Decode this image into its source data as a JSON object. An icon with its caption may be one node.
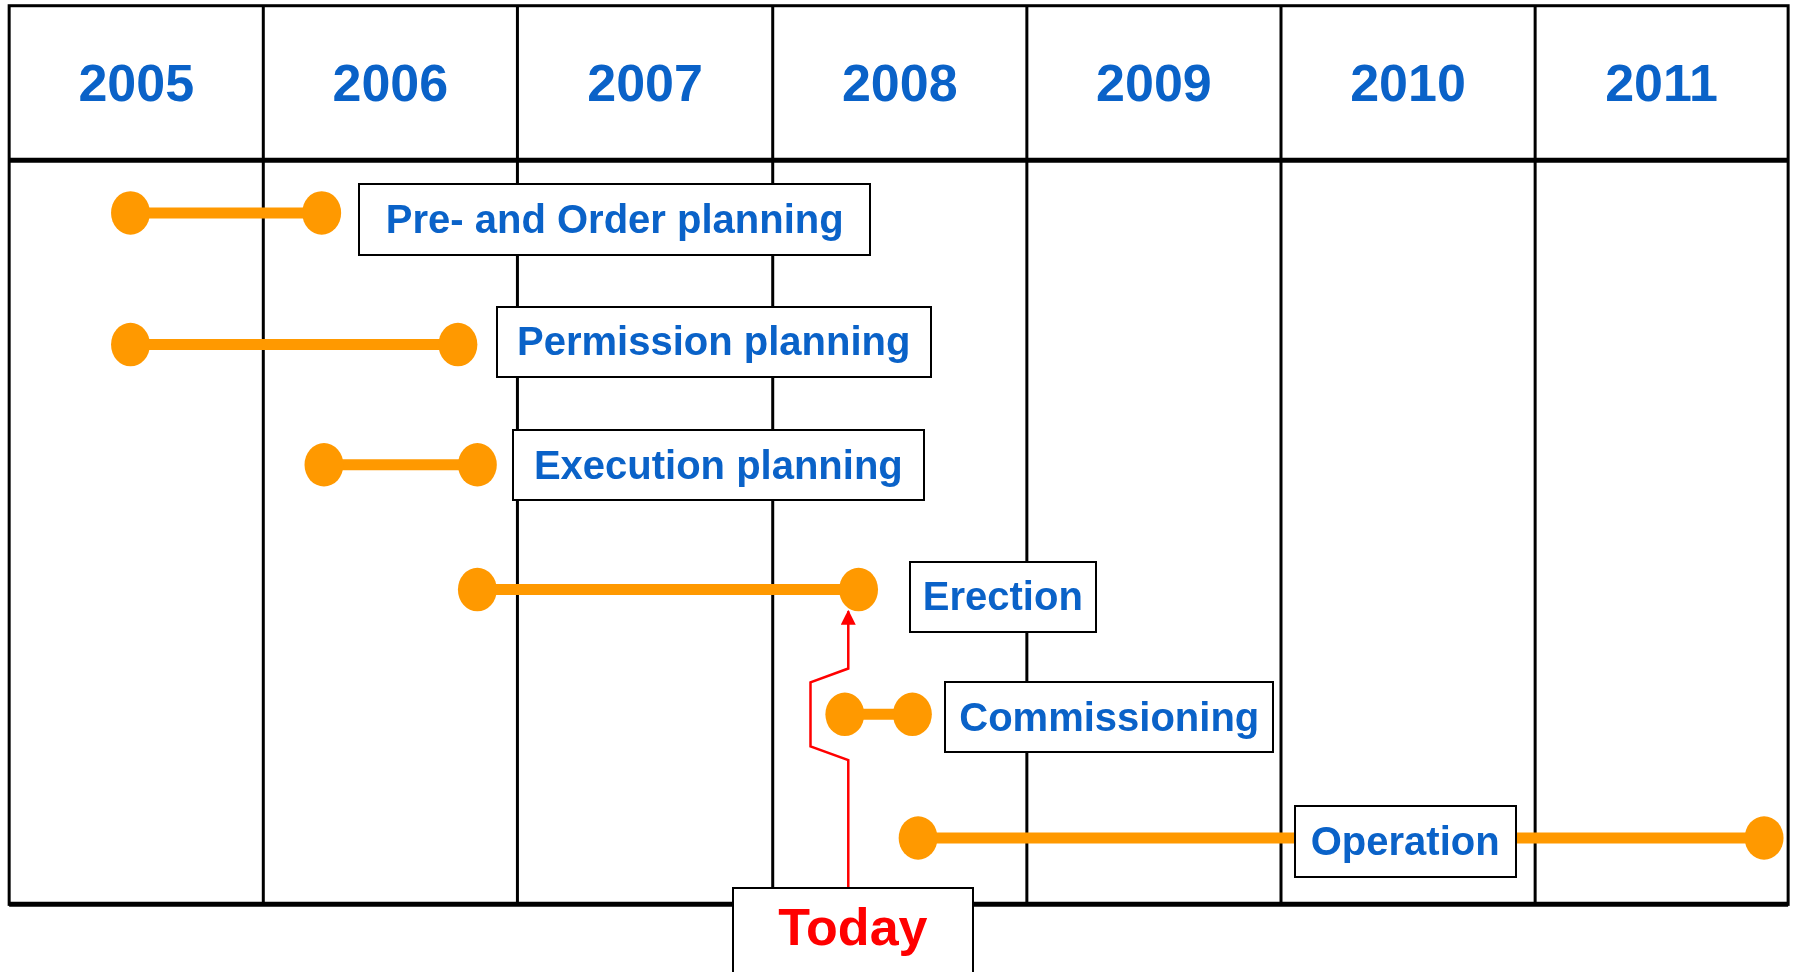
{
  "diagram": {
    "nodes": [
      {
        "text": [
          "Pre- and Order planning"
        ]
      },
      {
        "text": [
          "Permission planning"
        ]
      },
      {
        "text": [
          "Execution planning"
        ]
      },
      {
        "text": [
          "Erection"
        ]
      },
      {
        "text": [
          "Commissioning"
        ]
      },
      {
        "text": [
          "Operation"
        ]
      },
      {
        "text": [
          "Today"
        ]
      },
      {
        "text": [],
        "shape": "bar"
      },
      {
        "text": [],
        "shape": "bar"
      },
      {
        "text": [],
        "shape": "bar"
      },
      {
        "text": [],
        "shape": "bar"
      },
      {
        "text": [],
        "shape": "bar"
      },
      {
        "text": [],
        "shape": "bar"
      }
    ],
    "edges": [
      {
        "from": 6,
        "to": 10,
        "arrow": "to",
        "color": "#ff0000"
      }
    ],
    "labels": [
      "2005",
      "2006",
      "2007",
      "2008",
      "2009",
      "2010",
      "2011"
    ]
  }
}
